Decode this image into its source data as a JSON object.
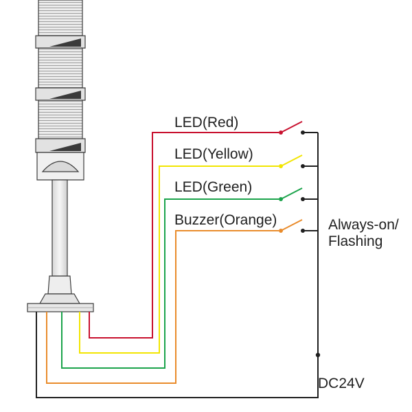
{
  "labels": {
    "led_red": "LED(Red)",
    "led_yellow": "LED(Yellow)",
    "led_green": "LED(Green)",
    "buzzer_orange": "Buzzer(Orange)",
    "mode_line1": "Always-on/",
    "mode_line2": "Flashing",
    "power": "DC24V"
  },
  "colors": {
    "red": "#c8102e",
    "yellow": "#f2e500",
    "green": "#1aa34a",
    "orange": "#e98b2a",
    "common": "#1f1f1f",
    "tower_body": "#e9e9e9",
    "tower_outline": "#3a3a3a"
  }
}
